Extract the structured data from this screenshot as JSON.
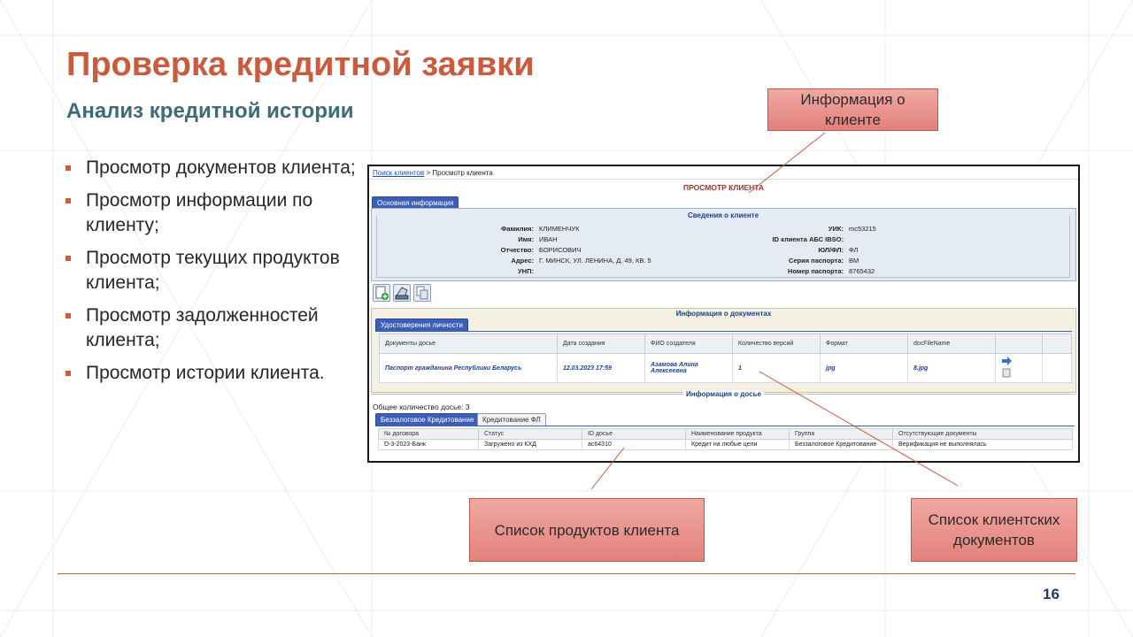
{
  "slide": {
    "title": "Проверка кредитной заявки",
    "subtitle": "Анализ кредитной истории",
    "bullets": [
      "Просмотр документов клиента;",
      "Просмотр информации по клиенту;",
      "Просмотр текущих продуктов клиента;",
      "Просмотр задолженностей  клиента;",
      "Просмотр истории клиента."
    ],
    "page_number": "16",
    "accent_color": "#cc5a3d",
    "subtitle_color": "#3e6b78"
  },
  "callouts": {
    "client_info": "Информация о клиенте",
    "products_list": "Список продуктов клиента",
    "documents_list": "Список клиентских документов"
  },
  "screen": {
    "breadcrumb": {
      "link": "Поиск клиентов",
      "separator": ">",
      "current": "Просмотр клиента"
    },
    "title": "ПРОСМОТР КЛИЕНТА",
    "main_tab": "Основная информация",
    "client_section": {
      "legend": "Сведения о клиенте",
      "left": [
        {
          "label": "Фамилия:",
          "value": "КЛИМЕНЧУК"
        },
        {
          "label": "Имя:",
          "value": "ИВАН"
        },
        {
          "label": "Отчество:",
          "value": "БОРИСОВИЧ"
        },
        {
          "label": "Адрес:",
          "value": "Г. МИНСК, УЛ. ЛЕНИНА, Д. 49, КВ. 5"
        },
        {
          "label": "УНП:",
          "value": ""
        }
      ],
      "right": [
        {
          "label": "УИК:",
          "value": "mc53215"
        },
        {
          "label": "ID клиента АБС IBSO:",
          "value": ""
        },
        {
          "label": "ЮЛ/ФЛ:",
          "value": "ФЛ"
        },
        {
          "label": "Серия паспорта:",
          "value": "ВМ"
        },
        {
          "label": "Номер паспорта:",
          "value": "8765432"
        }
      ]
    },
    "toolbar_icons": [
      "add-document-icon",
      "scanner-icon",
      "copy-documents-icon"
    ],
    "documents_section": {
      "legend": "Информация о документах",
      "tab": "Удостоверения личности",
      "columns": [
        "Документы досье",
        "Дата создания",
        "ФИО создателя",
        "Количество версий",
        "Формат",
        "docFileName",
        "",
        ""
      ],
      "rows": [
        {
          "doc": "Паспорт гражданина Республики Беларусь",
          "date": "12.03.2023 17:59",
          "creator": "Азамова Алина Алексеевна",
          "versions": "1",
          "format": "jpg",
          "file": "8.jpg"
        }
      ]
    },
    "dossier_section": {
      "legend": "Информация о досье",
      "total": "Общее количество досье: 3",
      "tabs": [
        "Беззалоговое Кредитование",
        "Кредитование ФЛ"
      ],
      "columns": [
        "№ договора",
        "Статус",
        "ID досье",
        "Наименование продукта",
        "Группа",
        "Отсутствующие документы"
      ],
      "rows": [
        [
          "D-3-2023-Банк",
          "Загружено из КХД",
          "ac64310",
          "Кредит на любые цели",
          "Беззалоговое Кредитование",
          "Верификация не выполнялась"
        ]
      ]
    }
  }
}
